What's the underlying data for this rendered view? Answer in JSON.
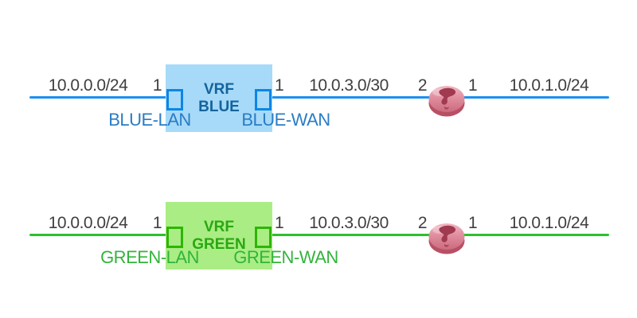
{
  "diagram": {
    "description_colors": {
      "label_text": "#3f3f3f",
      "background": "#ffffff",
      "router_body": "#d9798c",
      "router_marking": "#a03a50"
    },
    "rows": [
      {
        "name": "blue",
        "lan_network": "10.0.0.0/24",
        "lan_port": "1",
        "vrf_title_line1": "VRF",
        "vrf_title_line2": "BLUE",
        "wan_port": "1",
        "transit_network": "10.0.3.0/30",
        "router_left_port": "2",
        "router_right_port": "1",
        "wan_network": "10.0.1.0/24",
        "lan_interface": "BLUE-LAN",
        "wan_interface": "BLUE-WAN",
        "colors": {
          "line": "#1e90f0",
          "box_fill": "#a6daf8",
          "box_text": "#14639e",
          "if_text": "#2a7cc5",
          "square_border": "#0c86e6"
        }
      },
      {
        "name": "green",
        "lan_network": "10.0.0.0/24",
        "lan_port": "1",
        "vrf_title_line1": "VRF",
        "vrf_title_line2": "GREEN",
        "wan_port": "1",
        "transit_network": "10.0.3.0/30",
        "router_left_port": "2",
        "router_right_port": "1",
        "wan_network": "10.0.1.0/24",
        "lan_interface": "GREEN-LAN",
        "wan_interface": "GREEN-WAN",
        "colors": {
          "line": "#2ec02e",
          "box_fill": "#aaed84",
          "box_text": "#2aa811",
          "if_text": "#32b43b",
          "square_border": "#2eb506"
        }
      }
    ]
  }
}
